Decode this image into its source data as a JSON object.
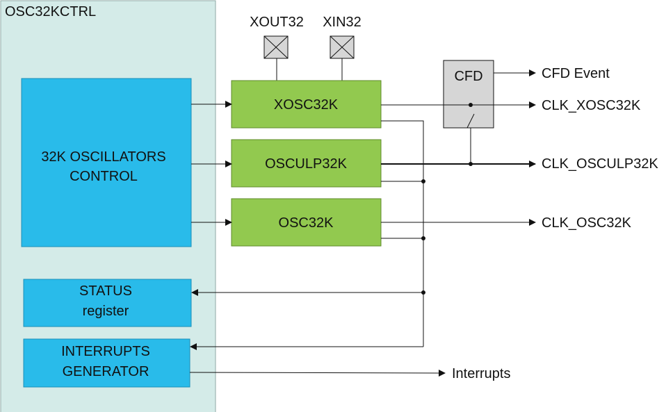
{
  "container": {
    "label": "OSC32KCTRL"
  },
  "pins": {
    "xout": "XOUT32",
    "xin": "XIN32"
  },
  "control_block": {
    "line1": "32K OSCILLATORS",
    "line2": "CONTROL"
  },
  "oscillators": {
    "xosc": "XOSC32K",
    "osculp": "OSCULP32K",
    "osc": "OSC32K"
  },
  "cfd": {
    "label": "CFD"
  },
  "status_block": {
    "line1": "STATUS",
    "line2": "register"
  },
  "interrupts_block": {
    "line1": "INTERRUPTS",
    "line2": "GENERATOR"
  },
  "outputs": {
    "cfd_event": "CFD Event",
    "clk_xosc": "CLK_XOSC32K",
    "clk_osculp": "CLK_OSCULP32K",
    "clk_osc": "CLK_OSC32K",
    "interrupts": "Interrupts"
  },
  "colors": {
    "container_fill": "#d4ebe8",
    "container_stroke": "#8fa9a6",
    "blue_fill": "#29bbea",
    "green_fill": "#92c94f",
    "cfd_fill": "#d6d6d6",
    "line": "#111111"
  }
}
